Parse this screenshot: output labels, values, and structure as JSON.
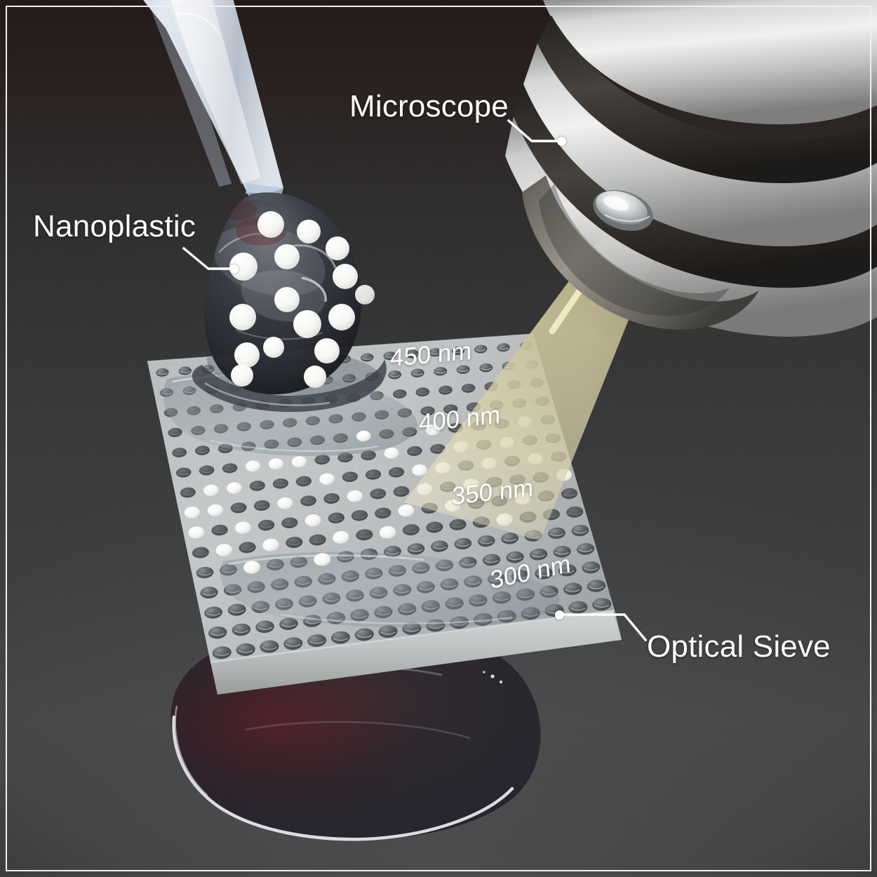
{
  "figure": {
    "kind": "scientific-illustration",
    "subject": "optical-sieve-nanoplastic-detection",
    "background_color": "#3a3b3c",
    "frame_color": "#f2f0ef"
  },
  "labels": {
    "nanoplastic": "Nanoplastic",
    "microscope": "Microscope",
    "optical_sieve": "Optical Sieve"
  },
  "sieve": {
    "pore_size_labels": [
      {
        "text": "450 nm"
      },
      {
        "text": "400 nm"
      },
      {
        "text": "350 nm"
      },
      {
        "text": "300 nm"
      }
    ],
    "plate_color": "#b9bcbd",
    "edge_color": "#c9cccd"
  },
  "beam": {
    "color": "#cfc9a4",
    "arrow_color": "#efe9c0",
    "direction": "up"
  },
  "objective": {
    "body_light": "#dcdcdc",
    "body_dark": "#3a3734",
    "lens_color": "#d8dadb"
  },
  "droplet": {
    "liquid_color": "#2a2b2e",
    "particle_color": "#f6f6f4"
  },
  "pipette": {
    "tip_color": "#eef3f9"
  }
}
